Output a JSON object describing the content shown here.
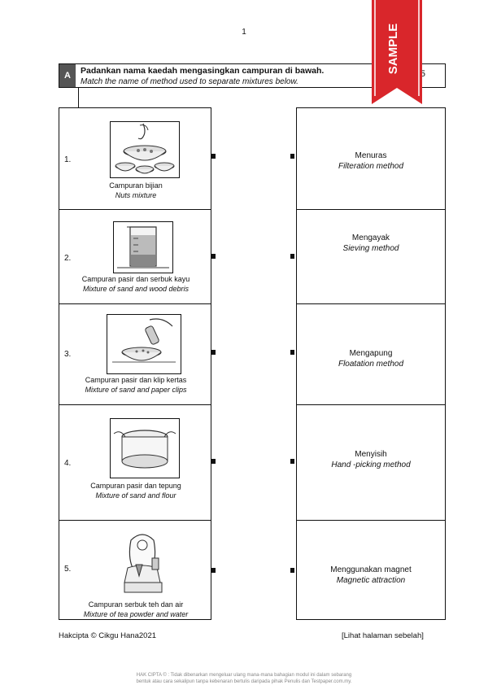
{
  "page_number": "1",
  "question": {
    "letter": "A",
    "instruction_ms": "Padankan nama kaedah mengasingkan campuran di bawah.",
    "instruction_en": "Match the name of method used to separate mixtures below.",
    "marks": "5"
  },
  "mixtures": [
    {
      "num": "1.",
      "name_ms": "Campuran bijian",
      "name_en": "Nuts mixture",
      "image": "bowls-of-nuts-illustration"
    },
    {
      "num": "2.",
      "name_ms": "Campuran pasir dan serbuk kayu",
      "name_en": "Mixture of sand and wood debris",
      "image": "beaker-with-sand-and-water-illustration"
    },
    {
      "num": "3.",
      "name_ms": "Campuran pasir dan klip kertas",
      "name_en": "Mixture of sand and paper clips",
      "image": "magnet-over-bowl-illustration"
    },
    {
      "num": "4.",
      "name_ms": "Campuran pasir dan tepung",
      "name_en": "Mixture of sand and flour",
      "image": "hands-holding-sieve-illustration"
    },
    {
      "num": "5.",
      "name_ms": "Campuran serbuk teh dan air",
      "name_en": "Mixture of tea powder and water",
      "image": "girl-pouring-tea-illustration"
    }
  ],
  "methods": [
    {
      "name_ms": "Menuras",
      "name_en": "Filteration method"
    },
    {
      "name_ms": "Mengayak",
      "name_en": "Sieving method"
    },
    {
      "name_ms": "Mengapung",
      "name_en": "Floatation method"
    },
    {
      "name_ms": "Menyisih",
      "name_en": "Hand -picking method"
    },
    {
      "name_ms": "Menggunakan magnet",
      "name_en": "Magnetic attraction"
    }
  ],
  "footer": {
    "copyright": "Hakcipta © Cikgu Hana2021",
    "next_page": "[Lihat halaman sebelah]",
    "legal_line1": "HAK CIPTA © : Tidak dibenarkan mengeluar ulang mana-mana bahagian modul ini dalam sebarang",
    "legal_line2": "bentuk atau cara sekalipun tanpa kebenaran bertulis daripada pihak Penulis dan Testpaper.com.my."
  },
  "watermark": {
    "text": "SAMPLE",
    "color": "#d9262b"
  }
}
